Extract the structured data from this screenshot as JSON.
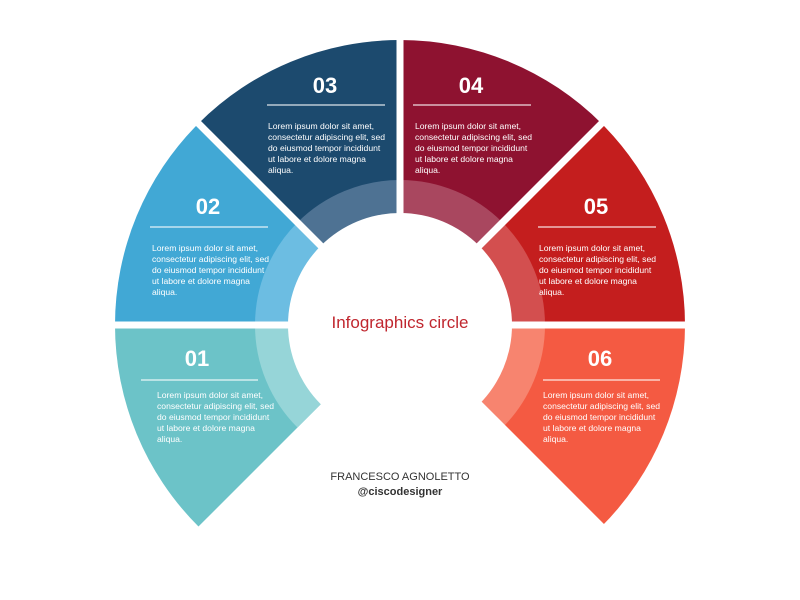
{
  "center": {
    "title": "Infographics circle",
    "title_color": "#c0262e"
  },
  "segments": [
    {
      "number": "01",
      "color": "#6cc3c8",
      "inner_color": "#96d5d8",
      "text": "Lorem ipsum dolor sit amet, consectetur adipiscing elit, sed do eiusmod tempor incididunt ut labore et dolore magna aliqua."
    },
    {
      "number": "02",
      "color": "#41a8d5",
      "inner_color": "#6cbde2",
      "text": "Lorem ipsum dolor sit amet, consectetur adipiscing elit, sed do eiusmod tempor incididunt ut labore et dolore magna aliqua."
    },
    {
      "number": "03",
      "color": "#1c4a6e",
      "inner_color": "#4e7293",
      "text": "Lorem ipsum dolor sit amet, consectetur adipiscing elit, sed do eiusmod tempor incididunt ut labore et dolore magna aliqua."
    },
    {
      "number": "04",
      "color": "#8e1230",
      "inner_color": "#a9475f",
      "text": "Lorem ipsum dolor sit amet, consectetur adipiscing elit, sed do eiusmod tempor incididunt ut labore et dolore magna aliqua."
    },
    {
      "number": "05",
      "color": "#c41e1e",
      "inner_color": "#d34f4f",
      "text": "Lorem ipsum dolor sit amet, consectetur adipiscing elit, sed do eiusmod tempor incididunt ut labore et dolore magna aliqua."
    },
    {
      "number": "06",
      "color": "#f45a42",
      "inner_color": "#f7846f",
      "text": "Lorem ipsum dolor sit amet, consectetur adipiscing elit, sed do eiusmod tempor incididunt ut labore et dolore magna aliqua."
    }
  ],
  "credits": {
    "author": "FRANCESCO AGNOLETTO",
    "handle": "@ciscodesigner"
  }
}
